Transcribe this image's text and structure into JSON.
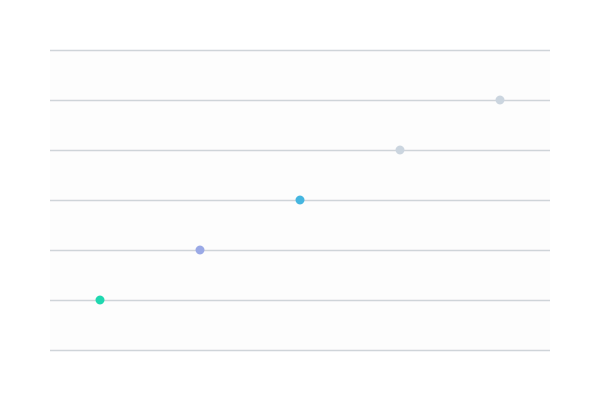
{
  "chart_data": {
    "type": "scatter",
    "title": "",
    "xlabel": "",
    "ylabel": "",
    "grid": {
      "horizontal": true,
      "vertical": false
    },
    "legend": "none",
    "ylim": [
      0,
      6
    ],
    "xlim": [
      0,
      10
    ],
    "points": [
      {
        "x": 1,
        "y": 1,
        "color": "#1fd8b0"
      },
      {
        "x": 3,
        "y": 2,
        "color": "#9aa9e6"
      },
      {
        "x": 5,
        "y": 3,
        "color": "#45b6e0"
      },
      {
        "x": 7,
        "y": 4,
        "color": "#cbd5df"
      },
      {
        "x": 9,
        "y": 5,
        "color": "#cbd5df"
      }
    ],
    "colors": {
      "background": "#ffffff",
      "plot_background": "#fdfdfd",
      "gridline": "#cfd4d9"
    }
  }
}
